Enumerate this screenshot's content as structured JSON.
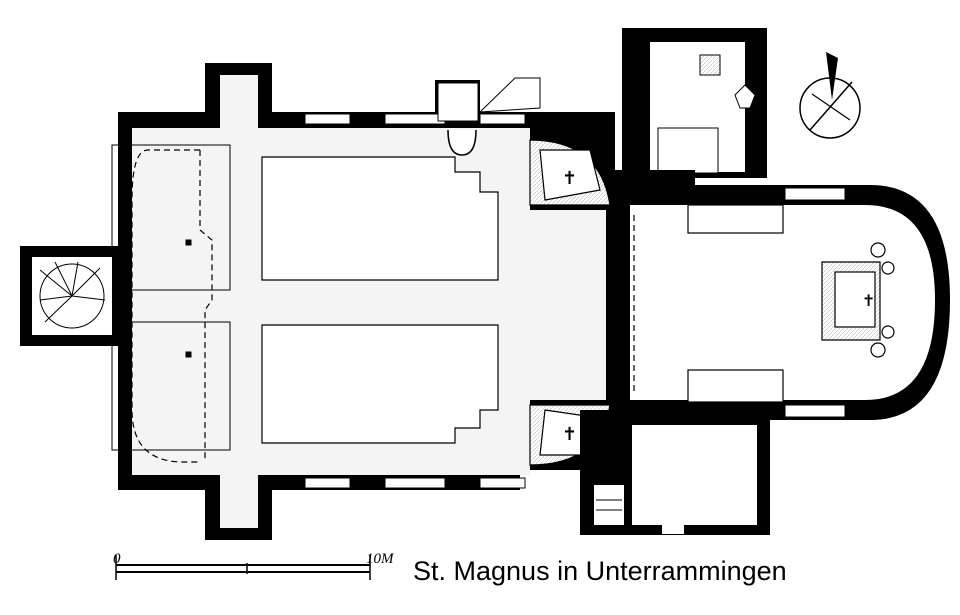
{
  "caption": "St. Magnus in Unterrammingen",
  "scale": {
    "start_label": "0",
    "end_label": "10M"
  },
  "colors": {
    "wall": "#000000",
    "paper": "#ffffff",
    "hatch": "#d9d9d9"
  }
}
